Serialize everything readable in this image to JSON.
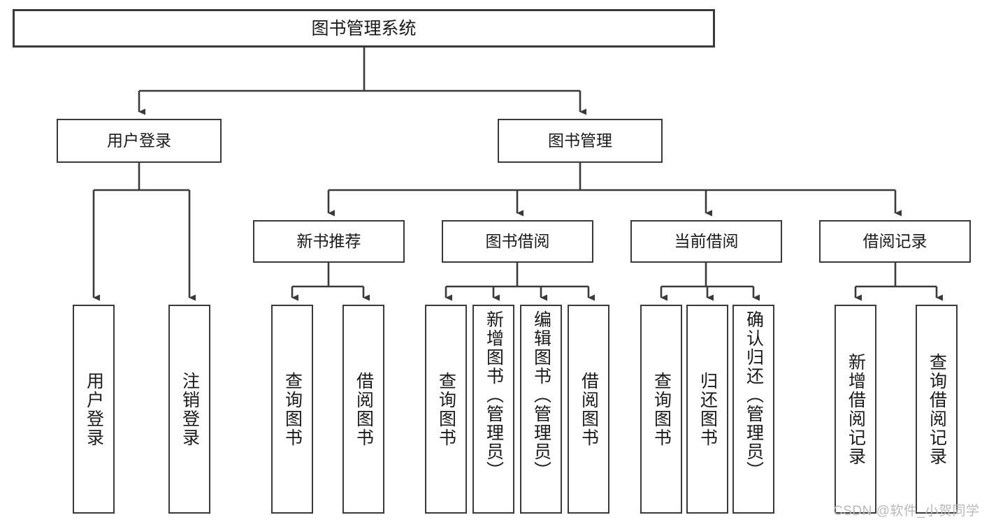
{
  "diagram": {
    "title": "图书管理系统",
    "type": "tree",
    "colors": {
      "background": "#ffffff",
      "node_border": "#3a3a3a",
      "node_fill": "#ffffff",
      "edge": "#3a3a3a",
      "text": "#1a1a1a",
      "watermark": "#b9b9b9"
    },
    "root": {
      "label": "图书管理系统"
    },
    "level2": [
      {
        "label": "用户登录"
      },
      {
        "label": "图书管理"
      }
    ],
    "level3": [
      {
        "label": "新书推荐"
      },
      {
        "label": "图书借阅"
      },
      {
        "label": "当前借阅"
      },
      {
        "label": "借阅记录"
      }
    ],
    "leaves": {
      "user_login": [
        {
          "label": "用户登录"
        },
        {
          "label": "注销登录"
        }
      ],
      "new_book_recommend": [
        {
          "label": "查询图书"
        },
        {
          "label": "借阅图书"
        }
      ],
      "book_borrow": [
        {
          "label": "查询图书"
        },
        {
          "label": "新增图书（管理员）"
        },
        {
          "label": "编辑图书（管理员）"
        },
        {
          "label": "借阅图书"
        }
      ],
      "current_borrow": [
        {
          "label": "查询图书"
        },
        {
          "label": "归还图书"
        },
        {
          "label": "确认归还（管理员）"
        }
      ],
      "borrow_record": [
        {
          "label": "新增借阅记录"
        },
        {
          "label": "查询借阅记录"
        }
      ]
    },
    "watermark": "CSDN @软件_小贺同学"
  }
}
